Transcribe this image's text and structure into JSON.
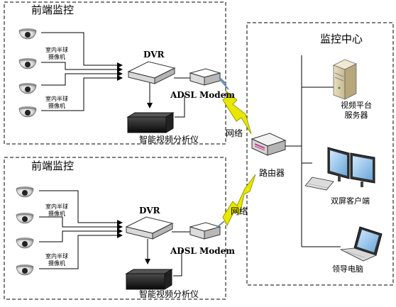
{
  "front_top": {
    "title": "前端监控",
    "camera_label_a": [
      "室内半球",
      "摄像机"
    ],
    "camera_label_b": [
      "室内半球",
      "摄像机"
    ],
    "dvr": "DVR",
    "modem": "ADSL Modem",
    "analyzer": "智能视频分析仪"
  },
  "front_bottom": {
    "title": "前端监控",
    "camera_label_a": [
      "室内半球",
      "摄像机"
    ],
    "camera_label_b": [
      "室内半球",
      "摄像机"
    ],
    "dvr": "DVR",
    "modem": "ADSL Modem",
    "analyzer": "智能视频分析仪"
  },
  "network": {
    "link_top": "网络",
    "link_bottom": "网络",
    "router": "路由器"
  },
  "center": {
    "title": "监控中心",
    "server": [
      "视频平台",
      "服务器"
    ],
    "dual_client": "双屏客户端",
    "laptop": "领导电脑"
  },
  "colors": {
    "lightning": "#e8e800",
    "lightning_stroke": "#9a9a00",
    "modem_cable": "#6f8fa8",
    "router_led": "#c43a8a"
  }
}
